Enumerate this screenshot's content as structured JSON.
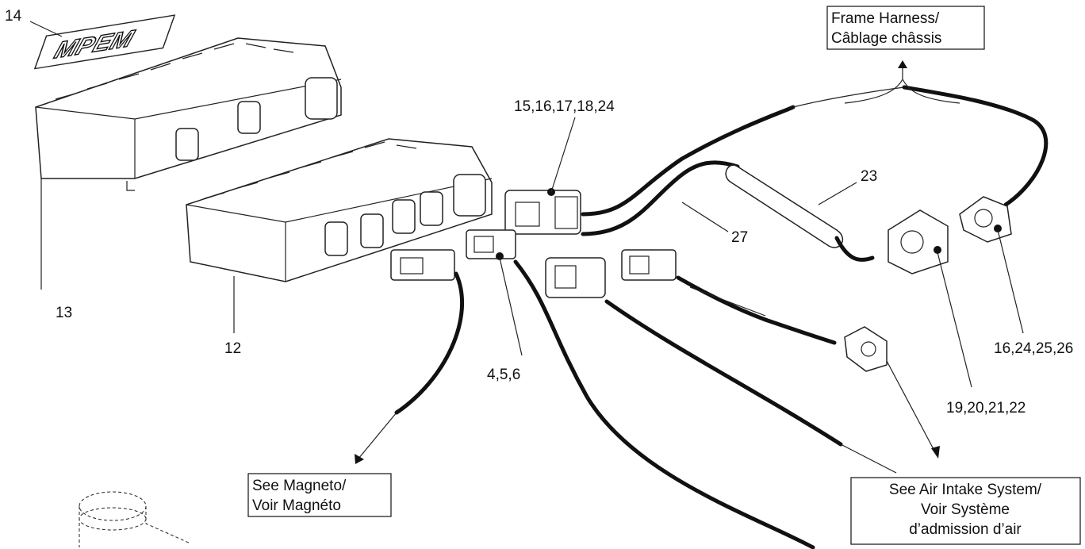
{
  "labels": {
    "p14": "14",
    "p13": "13",
    "p12": "12",
    "p15": "15,16,17,18,24",
    "p23": "23",
    "p27": "27",
    "p4": "4,5,6",
    "p16": "16,24,25,26",
    "p19": "19,20,21,22"
  },
  "callouts": {
    "frame_line1": "Frame Harness/",
    "frame_line2": "Câblage châssis",
    "magneto_line1": "See Magneto/",
    "magneto_line2": "Voir Magnéto",
    "air_line1": "See Air Intake System/",
    "air_line2": "Voir Système",
    "air_line3": "d’admission d’air"
  },
  "logo": {
    "text": "MPEM"
  }
}
